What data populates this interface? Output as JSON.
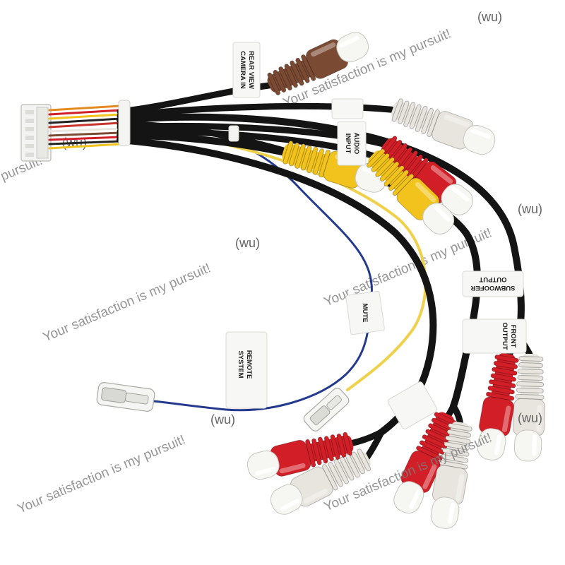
{
  "labels": {
    "rear_view": {
      "line1": "REAR VIEW",
      "line2": "CAMERA IN"
    },
    "audio_input": {
      "line1": "AUDIO",
      "line2": "INPUT"
    },
    "subwoofer_output": {
      "line1": "SUBWOOFER",
      "line2": "OUTPUT"
    },
    "front_output": {
      "line1": "FRONT",
      "line2": "OUTPUT"
    },
    "mute": "MUTE",
    "system_remote": {
      "line1": "SYSTEM",
      "line2": "REMOTE"
    }
  },
  "watermark": {
    "slogan": "Your satisfaction is my pursuit!",
    "mark": "(wu)",
    "fragment": "pursuit!"
  },
  "colors": {
    "cable": "#141414",
    "brown": "#7b4a33",
    "yellow": "#f1c31c",
    "red": "#d21f27",
    "white": "#e7e5dd",
    "blue_wire": "#243a8e",
    "yellow_wire": "#efd14c"
  }
}
